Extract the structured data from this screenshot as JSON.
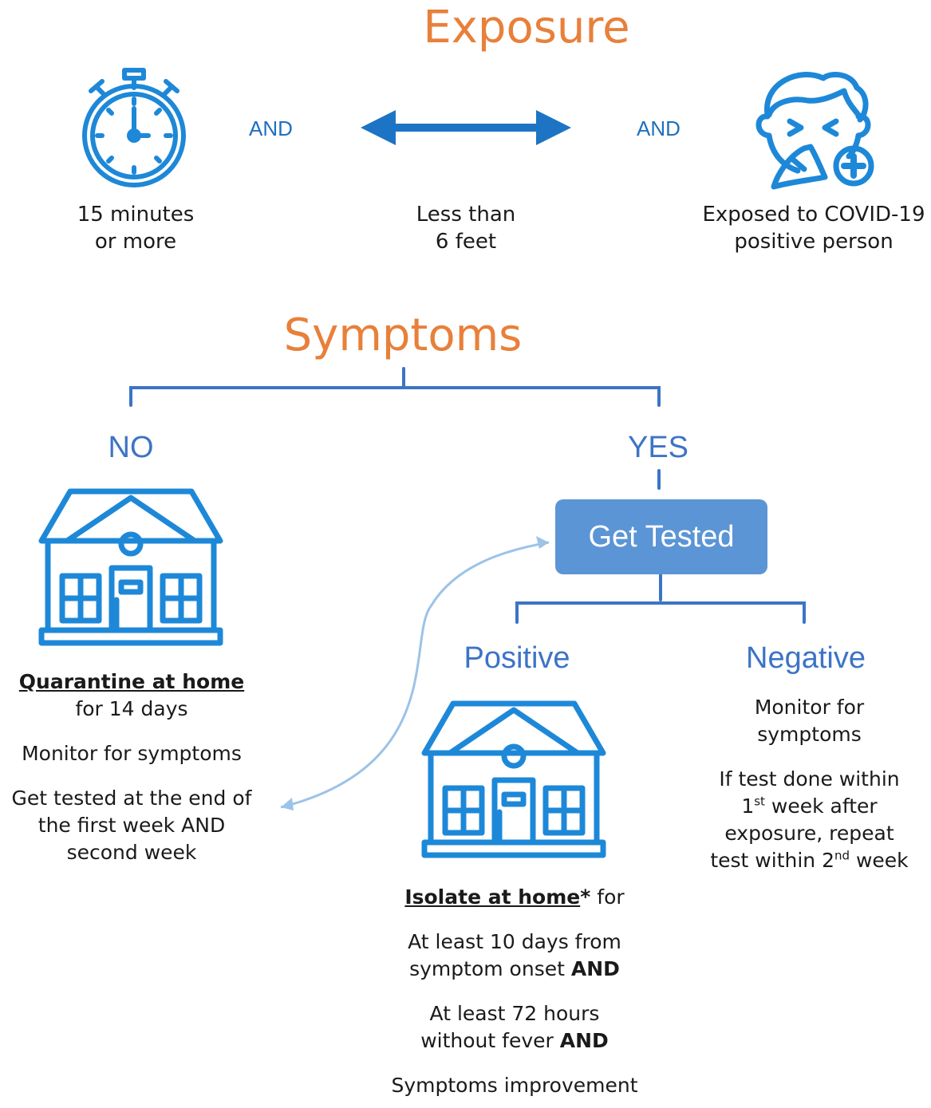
{
  "exposure": {
    "title": "Exposure",
    "and_left": "AND",
    "and_right": "AND",
    "items": [
      {
        "icon": "stopwatch-icon",
        "line1": "15 minutes",
        "line2": "or more"
      },
      {
        "icon": "double-arrow-icon",
        "line1": "Less than",
        "line2": "6 feet"
      },
      {
        "icon": "sick-person-icon",
        "line1": "Exposed to COVID-19",
        "line2": "positive person"
      }
    ]
  },
  "symptoms": {
    "title": "Symptoms",
    "no_label": "NO",
    "yes_label": "YES"
  },
  "no_branch": {
    "icon": "house-icon",
    "quarantine": "Quarantine at home",
    "duration": "for 14 days",
    "monitor": "Monitor for symptoms",
    "test_line1": "Get tested at the end of",
    "test_line2": "the first week AND",
    "test_line3": "second week"
  },
  "get_tested": "Get Tested",
  "positive": {
    "label": "Positive",
    "icon": "house-icon",
    "isolate": "Isolate at home",
    "asterisk": "*",
    "for": " for",
    "c1_line1": "At least 10 days from",
    "c1_line2": "symptom onset ",
    "c1_and": "AND",
    "c2_line1": "At least 72 hours",
    "c2_line2": "without fever ",
    "c2_and": "AND",
    "c3": "Symptoms improvement"
  },
  "negative": {
    "label": "Negative",
    "monitor1": "Monitor for",
    "monitor2": "symptoms",
    "r1": "If test done within",
    "r2_num": "1",
    "r2_sup": "st",
    "r2_rest": " week after",
    "r3": "exposure, repeat",
    "r4_pre": "test within 2",
    "r4_sup": "nd",
    "r4_rest": " week"
  },
  "colors": {
    "heading": "#e8803a",
    "icon_blue": "#1e88d8",
    "line_blue": "#3c74c6",
    "box_blue": "#5b95d5",
    "loop_arrow": "#9cc3e8"
  }
}
